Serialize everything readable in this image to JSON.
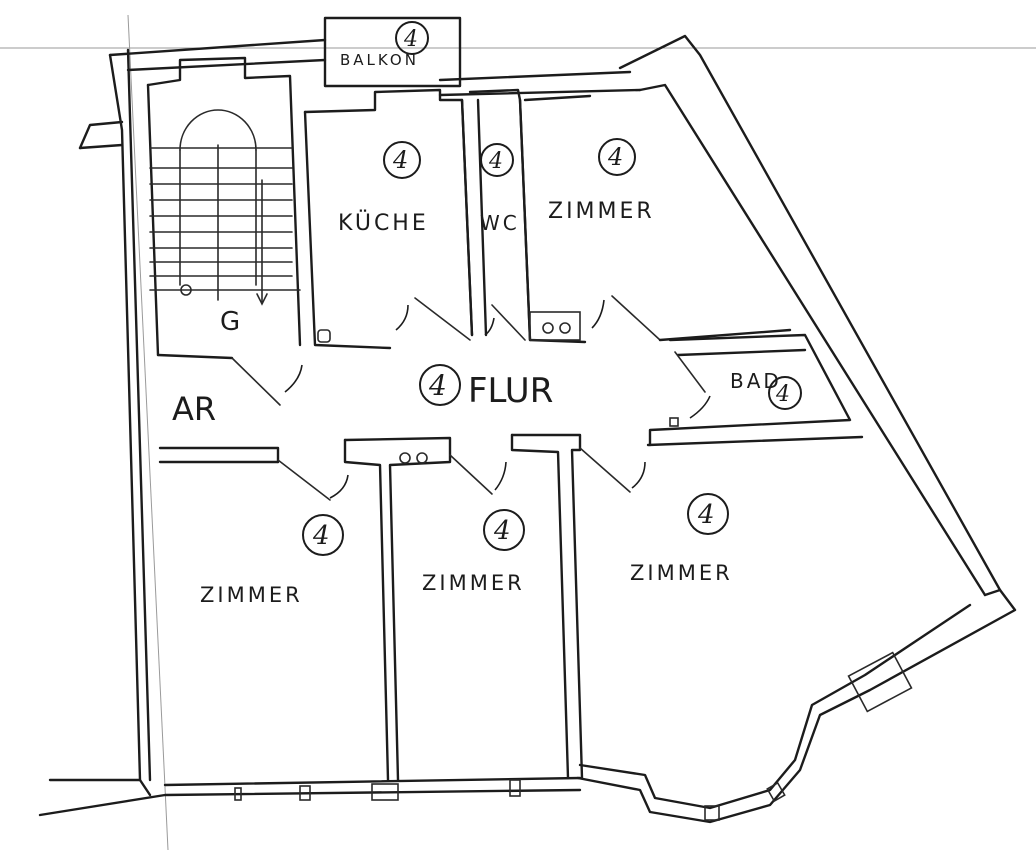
{
  "plan": {
    "unit_mark": "4",
    "rooms": {
      "balkon": "BALKON",
      "kueche": "KÜCHE",
      "wc": "WC",
      "zimmer_top": "ZIMMER",
      "flur": "FLUR",
      "bad": "BAD",
      "ar": "AR",
      "g": "G",
      "zimmer_left": "ZIMMER",
      "zimmer_mid": "ZIMMER",
      "zimmer_right": "ZIMMER"
    }
  }
}
